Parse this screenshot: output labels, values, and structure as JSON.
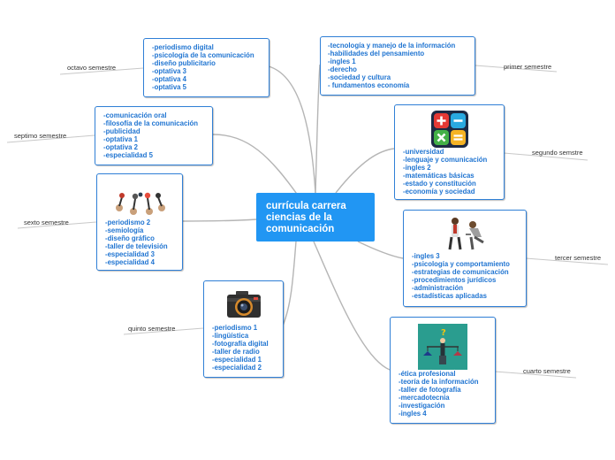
{
  "center": {
    "lines": [
      "currícula carrera",
      "ciencias de la",
      "comunicación"
    ]
  },
  "nodes": {
    "octavo": {
      "label": "octavo semestre",
      "items": [
        "-periodismo digital",
        "-psicología de la comunicación",
        "-diseño publicitario",
        "-optativa 3",
        "-optativa 4",
        "-optativa 5"
      ]
    },
    "septimo": {
      "label": "septimo semestre",
      "items": [
        "-comunicación oral",
        "-filosofía de la comunicación",
        "-publicidad",
        "-optativa 1",
        "-optativa 2",
        "-especialidad 5"
      ]
    },
    "sexto": {
      "label": "sexto semestre",
      "items": [
        "-periodismo 2",
        "-semiología",
        "-diseño gráfico",
        "-taller de televisión",
        "-especialidad 3",
        "-especialidad 4"
      ],
      "icon": "microphones-icon"
    },
    "quinto": {
      "label": "quinto semestre",
      "items": [
        "-periodismo 1",
        "-lingüística",
        "-fotografía digital",
        "-taller de radio",
        "-especialidad 1",
        "-especialidad 2"
      ],
      "icon": "camera-icon"
    },
    "primer": {
      "label": "primer semestre",
      "items": [
        "-tecnología y manejo de la información",
        "-habilidades del pensamiento",
        "-ingles 1",
        "-derecho",
        "-sociedad y cultura",
        "- fundamentos economía"
      ]
    },
    "segundo": {
      "label": "segundo semstre",
      "items": [
        "-universidad",
        "-lenguaje y comunicación",
        "-ingles 2",
        "-matemáticas básicas",
        "-estado y constitución",
        "-economía y sociedad"
      ],
      "icon": "calculator-icon"
    },
    "tercer": {
      "label": "tercer semestre",
      "items": [
        "-ingles 3",
        "-psicología y comportamiento",
        "-estrategias  de comunicación",
        "-procedimientos jurídicos",
        "-administración",
        "-estadísticas aplicadas"
      ],
      "icon": "business-people-icon"
    },
    "cuarto": {
      "label": "cuarto semestre",
      "items": [
        "-ética profesional",
        "-teoría de la información",
        "-taller de fotografía",
        "-mercadotecnia",
        "-investigación",
        "-ingles 4"
      ],
      "icon": "ethics-scale-icon"
    }
  },
  "colors": {
    "center": "#2196f3",
    "node_border": "#2f7fd6",
    "item_text": "#1f74d1",
    "connector": "#b3b3b3"
  }
}
